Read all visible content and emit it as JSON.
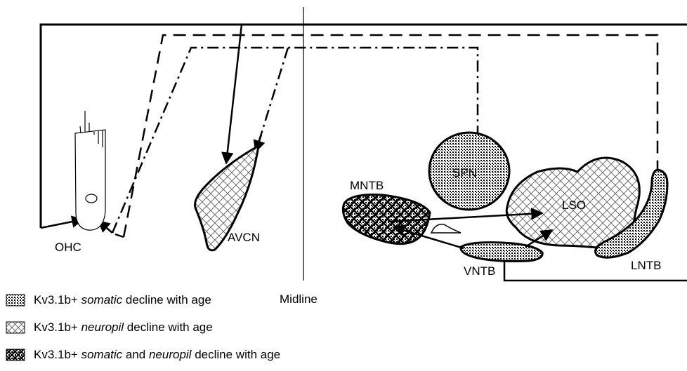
{
  "labels": {
    "ohc": "OHC",
    "avcn": "AVCN",
    "midline": "Midline",
    "spn": "SPN",
    "mntb": "MNTB",
    "lso": "LSO",
    "vntb": "VNTB",
    "lntb": "LNTB"
  },
  "legend": {
    "somatic": {
      "prefix": "Kv3.1b+ ",
      "em1": "somatic",
      "suffix": " decline with age"
    },
    "neuropil": {
      "prefix": "Kv3.1b+ ",
      "em1": "neuropil",
      "suffix": " decline with age"
    },
    "both": {
      "prefix": "Kv3.1b+ ",
      "em1": "somatic",
      "mid": " and ",
      "em2": "neuropil",
      "suffix": " decline with age"
    }
  }
}
